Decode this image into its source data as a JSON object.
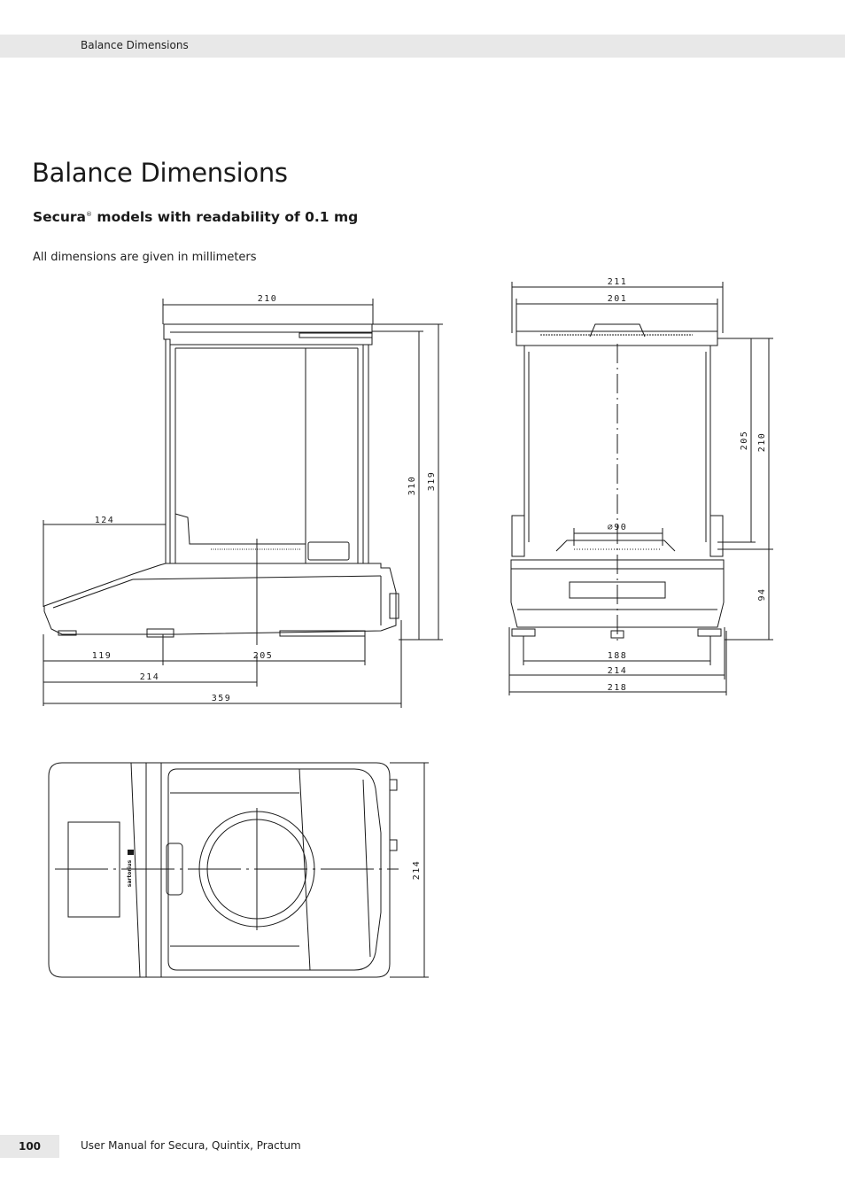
{
  "header": {
    "section": "Balance Dimensions"
  },
  "page": {
    "title": "Balance Dimensions",
    "subtitle_brand": "Secura",
    "subtitle_mark": "®",
    "subtitle_rest": " models with readability of 0.1 mg",
    "units_note": "All dimensions are given in millimeters"
  },
  "side_view": {
    "width_top": "210",
    "front_overhang": "124",
    "height_inner": "310",
    "height_total": "319",
    "base_front": "119",
    "base_rear": "205",
    "depth_to_center": "214",
    "depth_total": "359"
  },
  "front_view": {
    "width_outer_top": "211",
    "width_inner_top": "201",
    "height_chamber": "205",
    "height_chamber_outer": "210",
    "pan_diameter": "∅90",
    "height_base": "94",
    "feet_span": "188",
    "width_base": "214",
    "width_total": "218"
  },
  "top_view": {
    "width": "214",
    "brand_logo": "sartorius"
  },
  "footer": {
    "page_number": "100",
    "manual_title": "User Manual for Secura, Quintix, Practum"
  }
}
